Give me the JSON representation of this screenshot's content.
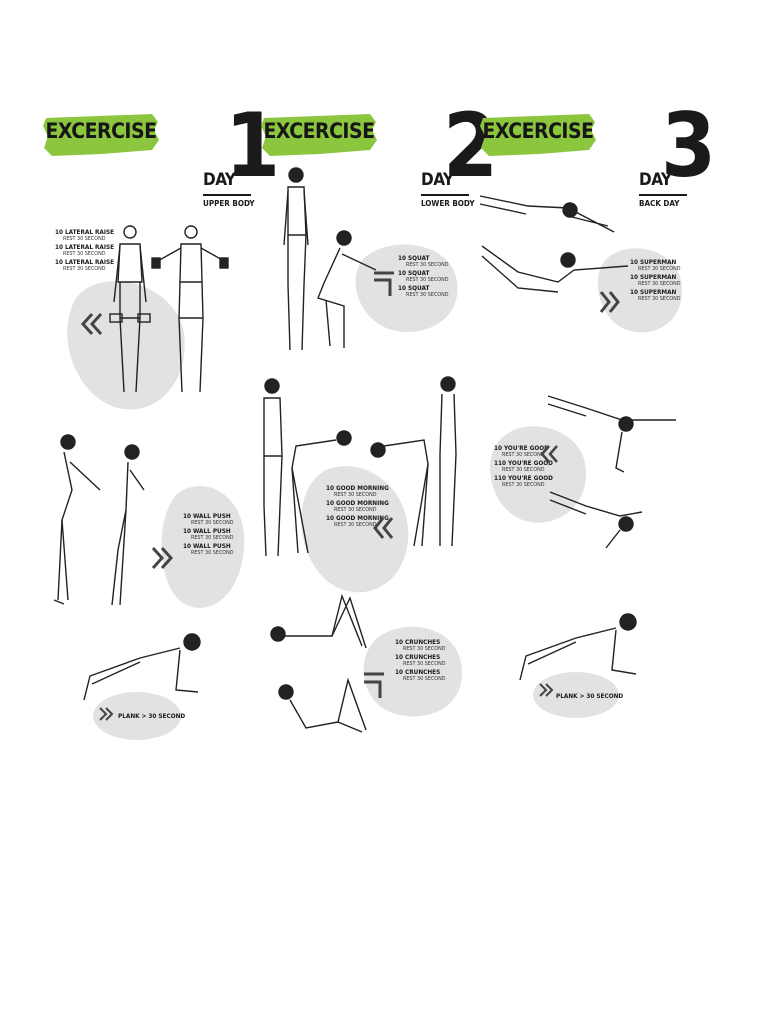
{
  "banner_color": "#8cc63f",
  "blob_color": "#e2e2e2",
  "columns": [
    {
      "banner": "EXCERCISE",
      "day_word": "DAY",
      "day_number": "1",
      "subtitle": "UPPER BODY",
      "groups": [
        {
          "exercises": [
            {
              "name": "10 LATERAL RAISE",
              "rest": "REST 30 SECOND"
            },
            {
              "name": "10 LATERAL RAISE",
              "rest": "REST 30 SECOND"
            },
            {
              "name": "10 LATERAL RAISE",
              "rest": "REST 30 SECOND"
            }
          ]
        },
        {
          "exercises": [
            {
              "name": "10 WALL PUSH",
              "rest": "REST 30 SECOND"
            },
            {
              "name": "10 WALL PUSH",
              "rest": "REST 30 SECOND"
            },
            {
              "name": "10 WALL PUSH",
              "rest": "REST 30 SECOND"
            }
          ]
        },
        {
          "plank": "PLANK > 30 SECOND"
        }
      ]
    },
    {
      "banner": "EXCERCISE",
      "day_word": "DAY",
      "day_number": "2",
      "subtitle": "LOWER BODY",
      "groups": [
        {
          "exercises": [
            {
              "name": "10 SQUAT",
              "rest": "REST 30 SECOND"
            },
            {
              "name": "10 SQUAT",
              "rest": "REST 30 SECOND"
            },
            {
              "name": "10 SQUAT",
              "rest": "REST 30 SECOND"
            }
          ]
        },
        {
          "exercises": [
            {
              "name": "10 GOOD MORNING",
              "rest": "REST 30 SECOND"
            },
            {
              "name": "10 GOOD MORNING",
              "rest": "REST 30 SECOND"
            },
            {
              "name": "10 GOOD MORNING",
              "rest": "REST 30 SECOND"
            }
          ]
        },
        {
          "exercises": [
            {
              "name": "10 CRUNCHES",
              "rest": "REST 30 SECOND"
            },
            {
              "name": "10 CRUNCHES",
              "rest": "REST 30 SECOND"
            },
            {
              "name": "10 CRUNCHES",
              "rest": "REST 30 SECOND"
            }
          ]
        }
      ]
    },
    {
      "banner": "EXCERCISE",
      "day_word": "DAY",
      "day_number": "3",
      "subtitle": "BACK DAY",
      "groups": [
        {
          "exercises": [
            {
              "name": "10 SUPERMAN",
              "rest": "REST 30 SECOND"
            },
            {
              "name": "10 SUPERMAN",
              "rest": "REST 30 SECOND"
            },
            {
              "name": "10 SUPERMAN",
              "rest": "REST 30 SECOND"
            }
          ]
        },
        {
          "exercises": [
            {
              "name": "10 YOU'RE GOOD",
              "rest": "REST 30 SECOND"
            },
            {
              "name": "110 YOU'RE GOOD",
              "rest": "REST 30 SECOND"
            },
            {
              "name": "110 YOU'RE GOOD",
              "rest": "REST 30 SECOND"
            }
          ]
        },
        {
          "plank": "PLANK > 30 SECOND"
        }
      ]
    }
  ]
}
